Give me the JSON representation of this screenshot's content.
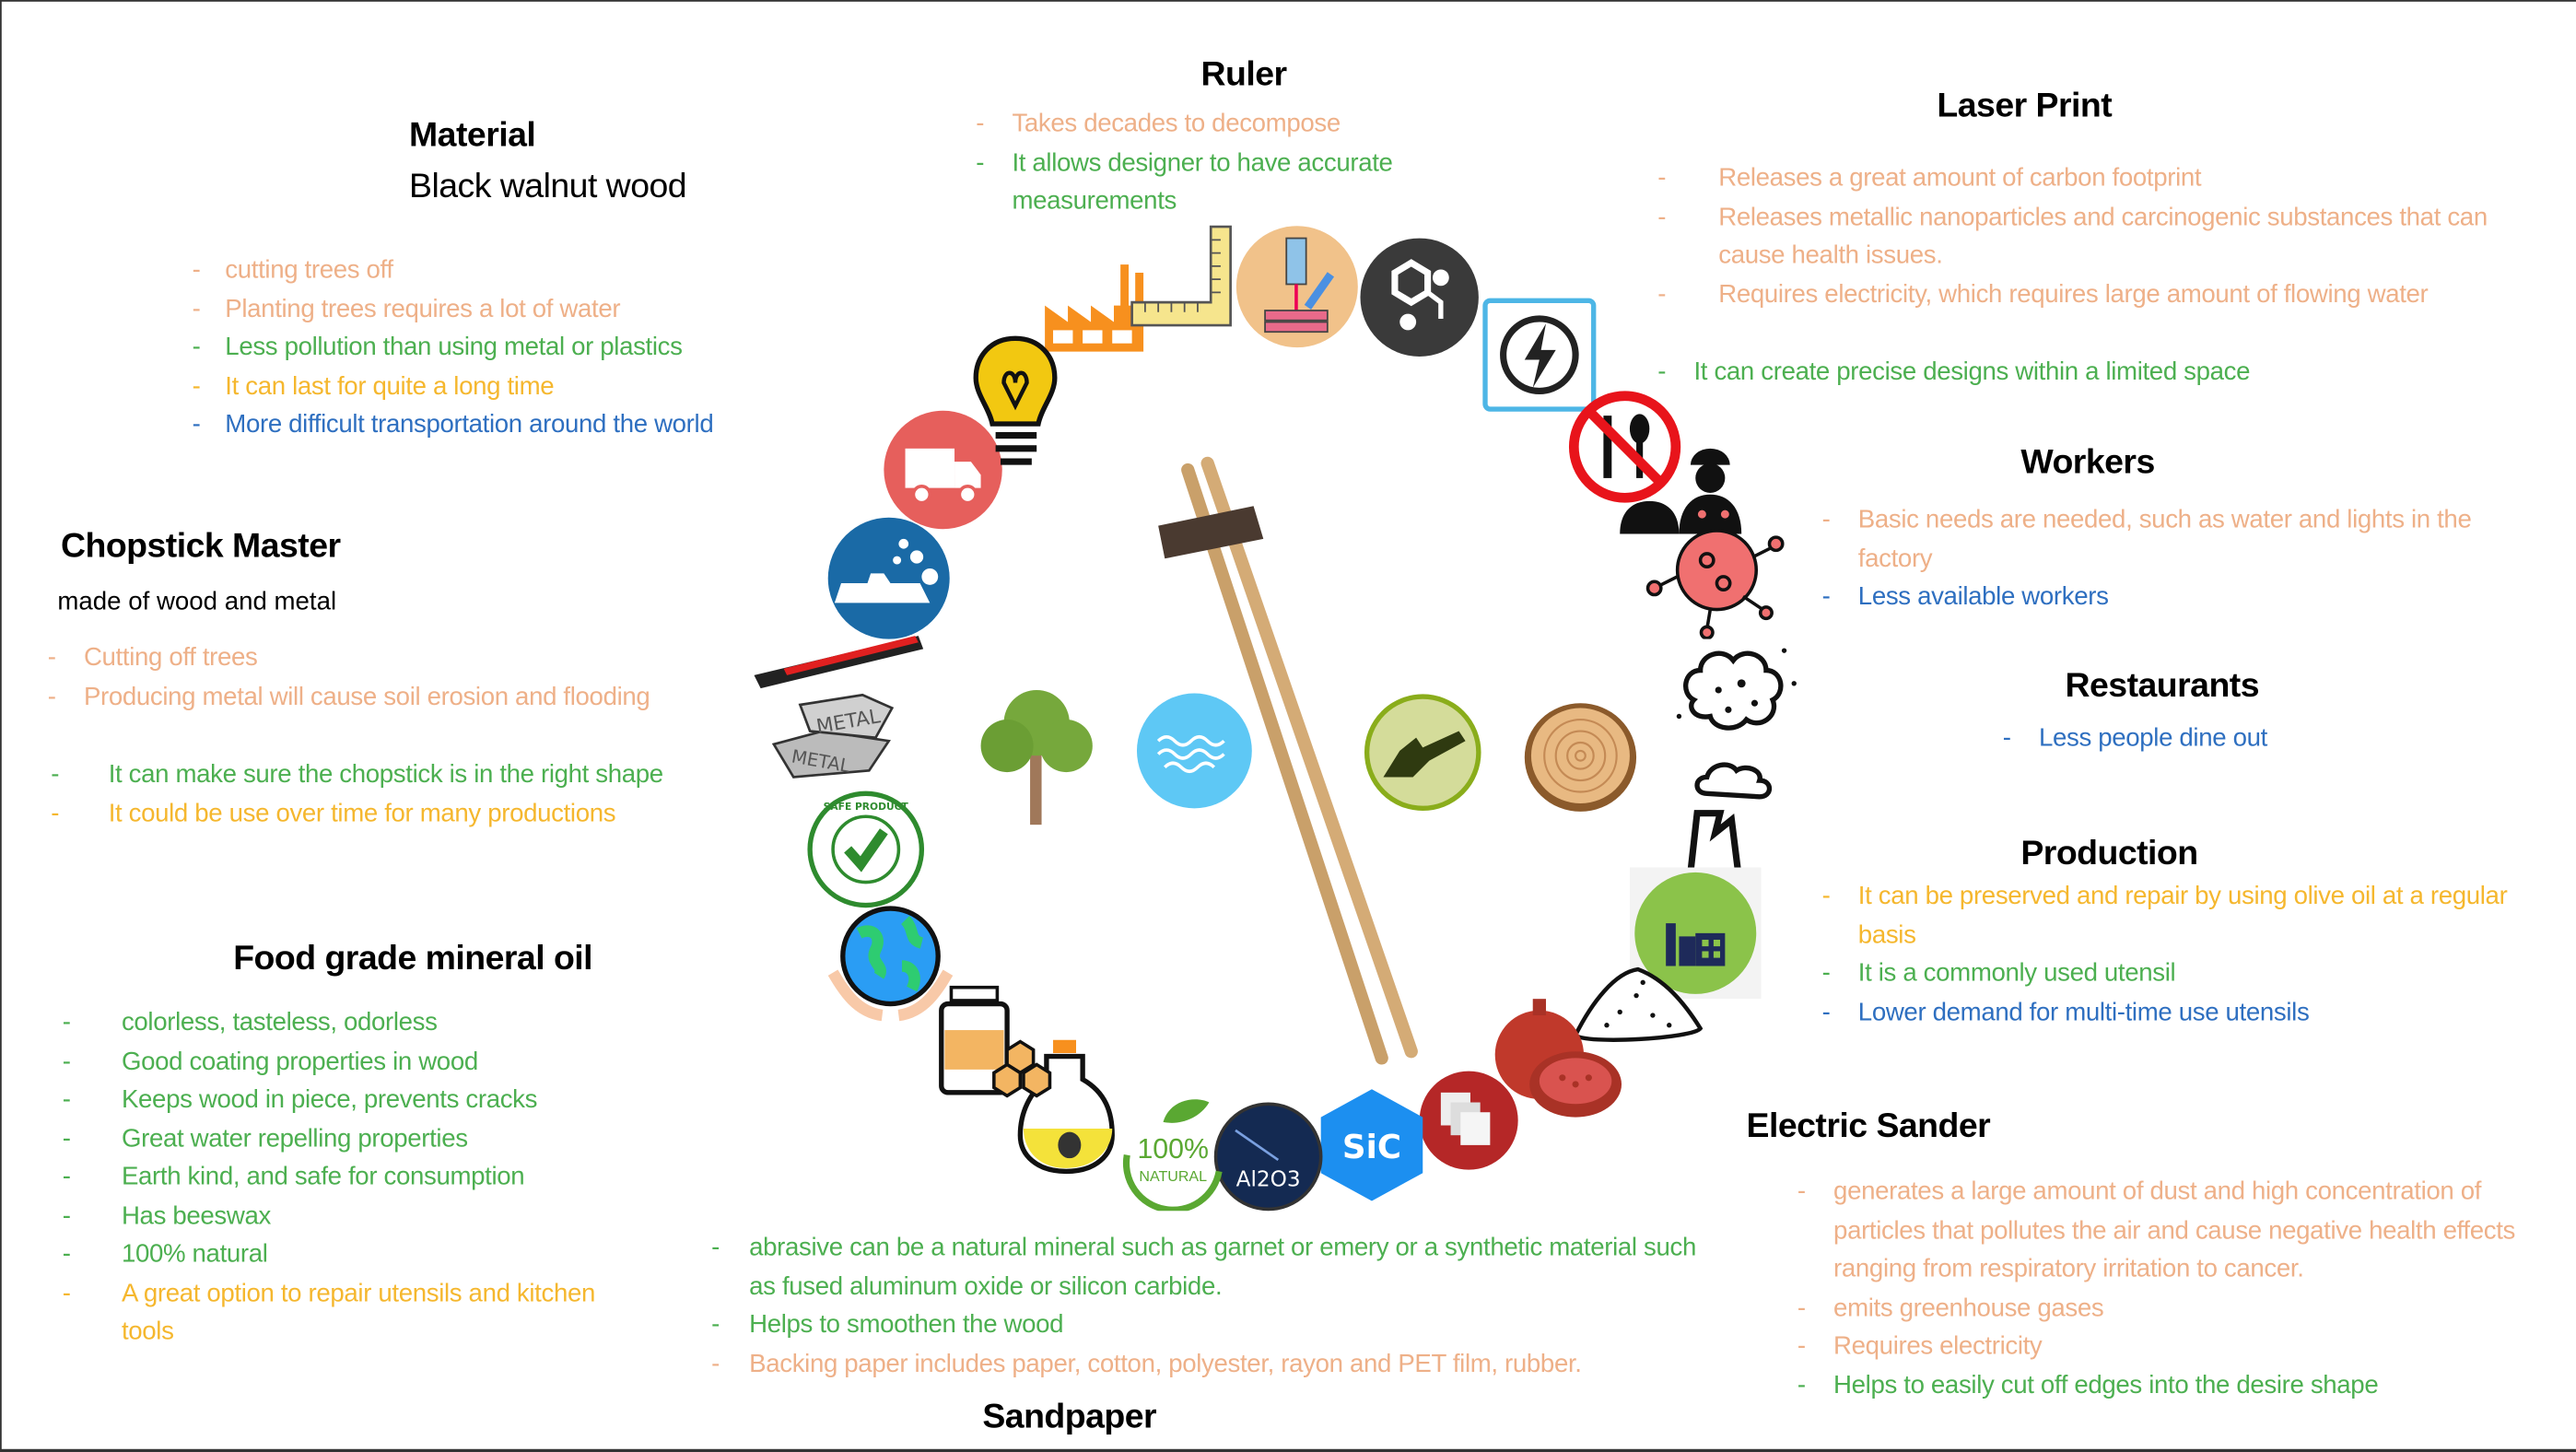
{
  "colors": {
    "tan": "#eeb088",
    "green": "#4caf50",
    "yellow": "#f5b72e",
    "blue": "#2e6fc0"
  },
  "material": {
    "title": "Material",
    "subtitle": "Black walnut wood",
    "items": [
      {
        "text": "cutting trees off",
        "tone": "tan"
      },
      {
        "text": "Planting trees requires a lot of water",
        "tone": "tan"
      },
      {
        "text": "Less pollution than using metal or plastics",
        "tone": "green"
      },
      {
        "text": "It can last for quite a long time",
        "tone": "yellow"
      },
      {
        "text": "More difficult transportation around the world",
        "tone": "blue"
      }
    ]
  },
  "ruler": {
    "title": "Ruler",
    "items": [
      {
        "text": "Takes decades to decompose",
        "tone": "tan"
      },
      {
        "text": "It allows designer to have accurate measurements",
        "tone": "green"
      }
    ]
  },
  "laser_print": {
    "title": "Laser Print",
    "items": [
      {
        "text": "Releases a great amount of carbon footprint",
        "tone": "tan"
      },
      {
        "text": "Releases metallic nanoparticles and carcinogenic substances that can cause health issues.",
        "tone": "tan"
      },
      {
        "text": "Requires electricity, which requires large amount of flowing water",
        "tone": "tan"
      }
    ],
    "extra_item": {
      "text": "It can create precise designs within a limited space",
      "tone": "green"
    }
  },
  "chopstick_master": {
    "title": "Chopstick Master",
    "subtitle": "made of wood and metal",
    "items": [
      {
        "text": "Cutting off trees",
        "tone": "tan"
      },
      {
        "text": "Producing metal will cause soil erosion and flooding",
        "tone": "tan"
      }
    ],
    "items2": [
      {
        "text": "It can make sure the chopstick is in the right shape",
        "tone": "green"
      },
      {
        "text": "It could be use over time for many productions",
        "tone": "yellow"
      }
    ]
  },
  "food_grade": {
    "title": "Food grade mineral oil",
    "items": [
      {
        "text": "colorless, tasteless, odorless",
        "tone": "green"
      },
      {
        "text": "Good coating properties in wood",
        "tone": "green"
      },
      {
        "text": "Keeps wood in piece, prevents cracks",
        "tone": "green"
      },
      {
        "text": "Great water repelling properties",
        "tone": "green"
      },
      {
        "text": "Earth kind, and safe for consumption",
        "tone": "green"
      },
      {
        "text": "Has beeswax",
        "tone": "green"
      },
      {
        "text": "100% natural",
        "tone": "green"
      },
      {
        "text": "A great option to repair utensils and kitchen tools",
        "tone": "yellow"
      }
    ]
  },
  "workers": {
    "title": "Workers",
    "items": [
      {
        "text": "Basic needs are needed, such as water and lights in the factory",
        "tone": "tan"
      },
      {
        "text": "Less available workers",
        "tone": "blue"
      }
    ]
  },
  "restaurants": {
    "title": "Restaurants",
    "items": [
      {
        "text": "Less people dine out",
        "tone": "blue"
      }
    ]
  },
  "production": {
    "title": "Production",
    "items": [
      {
        "text": "It can be preserved and repair by using olive oil at a regular basis",
        "tone": "yellow"
      },
      {
        "text": "It is a commonly used utensil",
        "tone": "green"
      },
      {
        "text": "Lower demand for multi-time use utensils",
        "tone": "blue"
      }
    ]
  },
  "electric_sander": {
    "title": "Electric Sander",
    "items": [
      {
        "text": "generates a large amount of dust and high concentration of particles that pollutes the air and cause negative health effects ranging from respiratory irritation to cancer.",
        "tone": "tan"
      },
      {
        "text": " emits greenhouse gases",
        "tone": "tan"
      },
      {
        "text": "Requires electricity",
        "tone": "tan"
      },
      {
        "text": "Helps to easily cut off edges into the desire shape",
        "tone": "green"
      }
    ]
  },
  "sandpaper": {
    "title": "Sandpaper",
    "items": [
      {
        "text": "abrasive can be a natural mineral such as garnet or emery or a synthetic material such as fused aluminum oxide or silicon carbide.",
        "tone": "green"
      },
      {
        "text": "Helps to smoothen the wood",
        "tone": "green"
      },
      {
        "text": "Backing paper includes paper, cotton, polyester, rayon and PET film, rubber.",
        "tone": "tan"
      }
    ]
  },
  "icon_labels": {
    "metal_1": "METAL",
    "metal_2": "METAL",
    "safe_product": "SAFE PRODUCT",
    "natural_pct": "100%",
    "natural_word": "NATURAL",
    "sic": "SiC",
    "al2o3": "Al2O3"
  },
  "dash": "-"
}
